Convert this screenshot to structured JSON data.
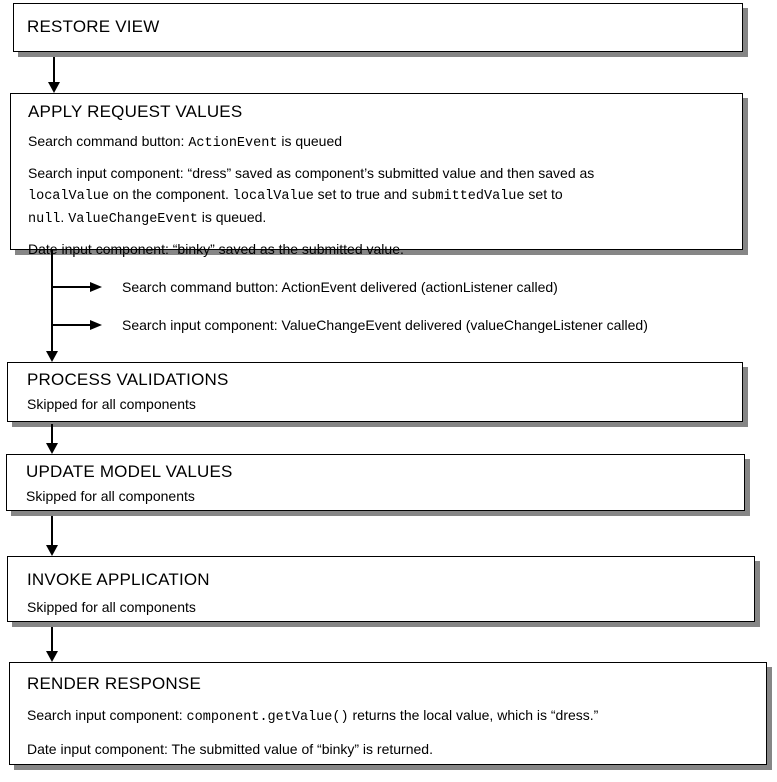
{
  "diagram": {
    "colors": {
      "background": "#ffffff",
      "box_border": "#000000",
      "box_shadow": "#868686",
      "text": "#000000"
    },
    "boxes": [
      {
        "id": "restore-view",
        "title": "RESTORE VIEW",
        "paragraphs": []
      },
      {
        "id": "apply-request-values",
        "title": "APPLY REQUEST VALUES",
        "paragraphs": [
          [
            {
              "text": "Search command button: "
            },
            {
              "text": "ActionEvent",
              "mono": true
            },
            {
              "text": " is queued"
            }
          ],
          [
            {
              "text": "Search input component: “dress” saved as component’s submitted value and then saved as"
            },
            {
              "break": true
            },
            {
              "text": "localValue",
              "mono": true
            },
            {
              "text": " on the component. "
            },
            {
              "text": "localValue",
              "mono": true
            },
            {
              "text": " set to true and "
            },
            {
              "text": "submittedValue",
              "mono": true
            },
            {
              "text": " set to"
            },
            {
              "break": true
            },
            {
              "text": "null",
              "mono": true
            },
            {
              "text": ". "
            },
            {
              "text": "ValueChangeEvent",
              "mono": true
            },
            {
              "text": " is queued."
            }
          ],
          [
            {
              "text": "Date input component: “binky” saved as the submitted value."
            }
          ]
        ]
      },
      {
        "id": "process-validations",
        "title": "PROCESS VALIDATIONS",
        "paragraphs": [
          [
            {
              "text": "Skipped for all components"
            }
          ]
        ]
      },
      {
        "id": "update-model-values",
        "title": "UPDATE MODEL VALUES",
        "paragraphs": [
          [
            {
              "text": "Skipped for all components"
            }
          ]
        ]
      },
      {
        "id": "invoke-application",
        "title": "INVOKE APPLICATION",
        "paragraphs": [
          [
            {
              "text": "Skipped for all components"
            }
          ]
        ]
      },
      {
        "id": "render-response",
        "title": "RENDER RESPONSE",
        "paragraphs": [
          [
            {
              "text": "Search input component: "
            },
            {
              "text": "component.getValue()",
              "mono": true
            },
            {
              "text": " returns the local value, which is “dress.”"
            }
          ],
          [
            {
              "text": "Date input component: The submitted value of “binky” is returned."
            }
          ]
        ]
      }
    ],
    "branch_events": [
      {
        "label": "Search command button: ActionEvent delivered (actionListener called)"
      },
      {
        "label": "Search input component: ValueChangeEvent delivered (valueChangeListener called)"
      }
    ]
  }
}
